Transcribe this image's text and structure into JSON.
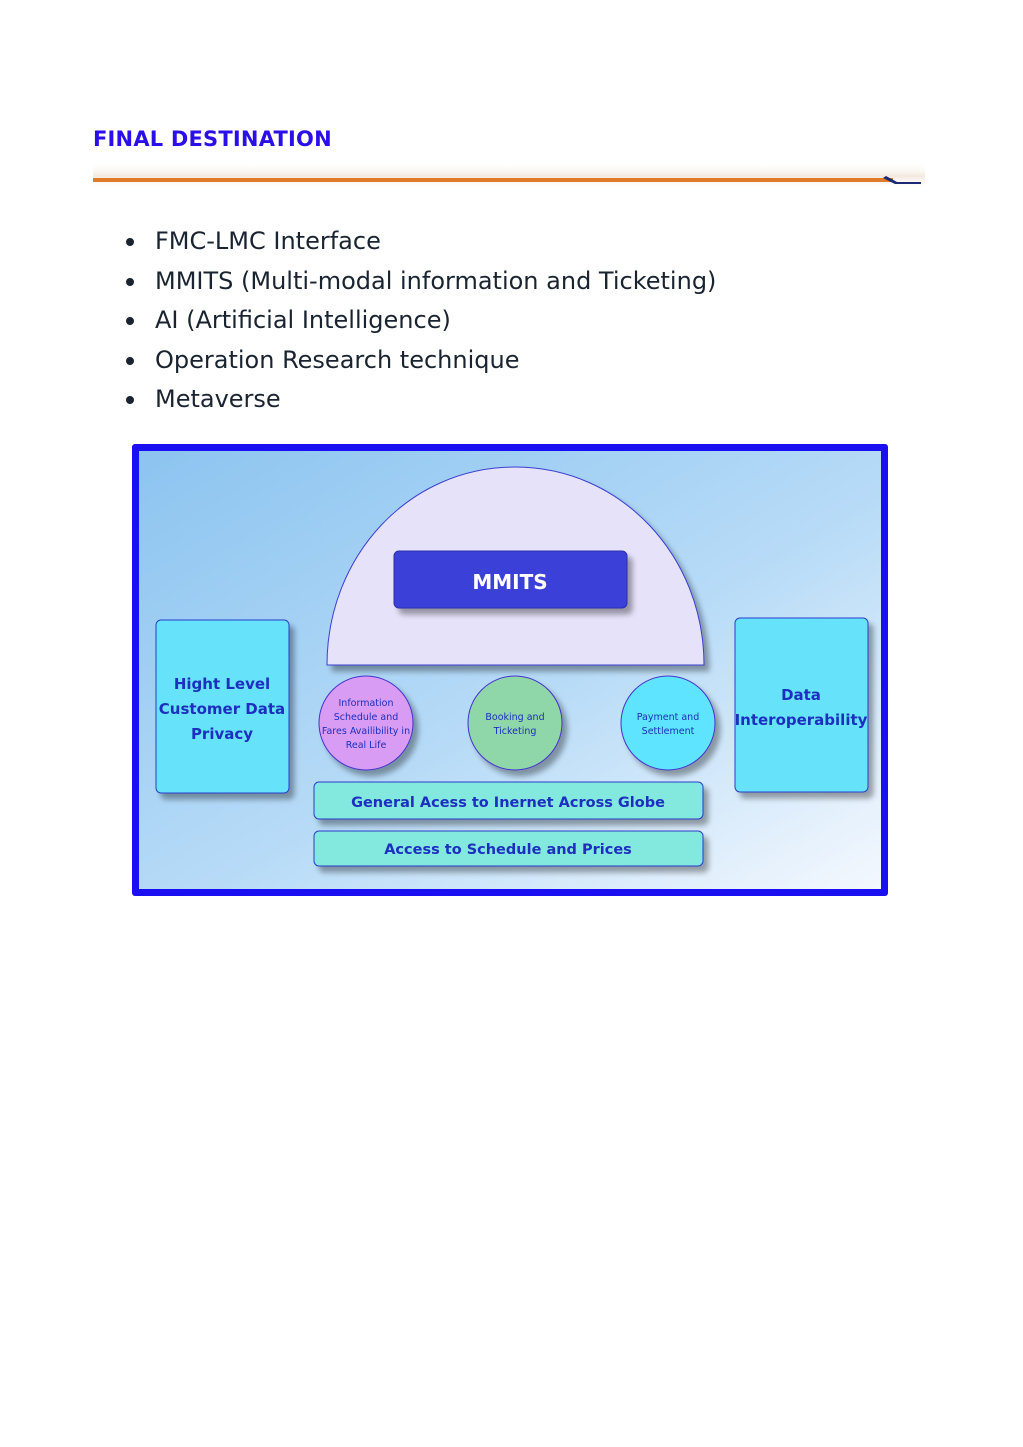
{
  "section": {
    "heading": "FINAL DESTINATION"
  },
  "bullets": [
    "FMC-LMC Interface",
    "MMITS (Multi-modal information and Ticketing)",
    "AI (Artificial Intelligence)",
    "Operation Research technique",
    "Metaverse"
  ],
  "diagram": {
    "center_title": "MMITS",
    "left_box": [
      "Hight Level",
      "Customer Data",
      "Privacy"
    ],
    "right_box": [
      "Data",
      "Interoperability"
    ],
    "circles": [
      {
        "lines": [
          "Information",
          "Schedule and",
          "Fares Availibility in",
          "Real Life"
        ],
        "color": "#d89cf4"
      },
      {
        "lines": [
          "Booking and",
          "Ticketing"
        ],
        "color": "#8fd6a8"
      },
      {
        "lines": [
          "Payment and",
          "Settlement"
        ],
        "color": "#5fe4ff"
      }
    ],
    "bar_1": "General Acess to Inernet Across Globe",
    "bar_2": "Access to Schedule and Prices",
    "colors": {
      "frame_border": "#1a0ff0",
      "dome_fill": "#e6e2fa",
      "title_box": "#3b3fd8",
      "side_box": "#66e3fb",
      "bar_fill": "#83e8dd",
      "label_text": "#1c2fbf"
    }
  }
}
